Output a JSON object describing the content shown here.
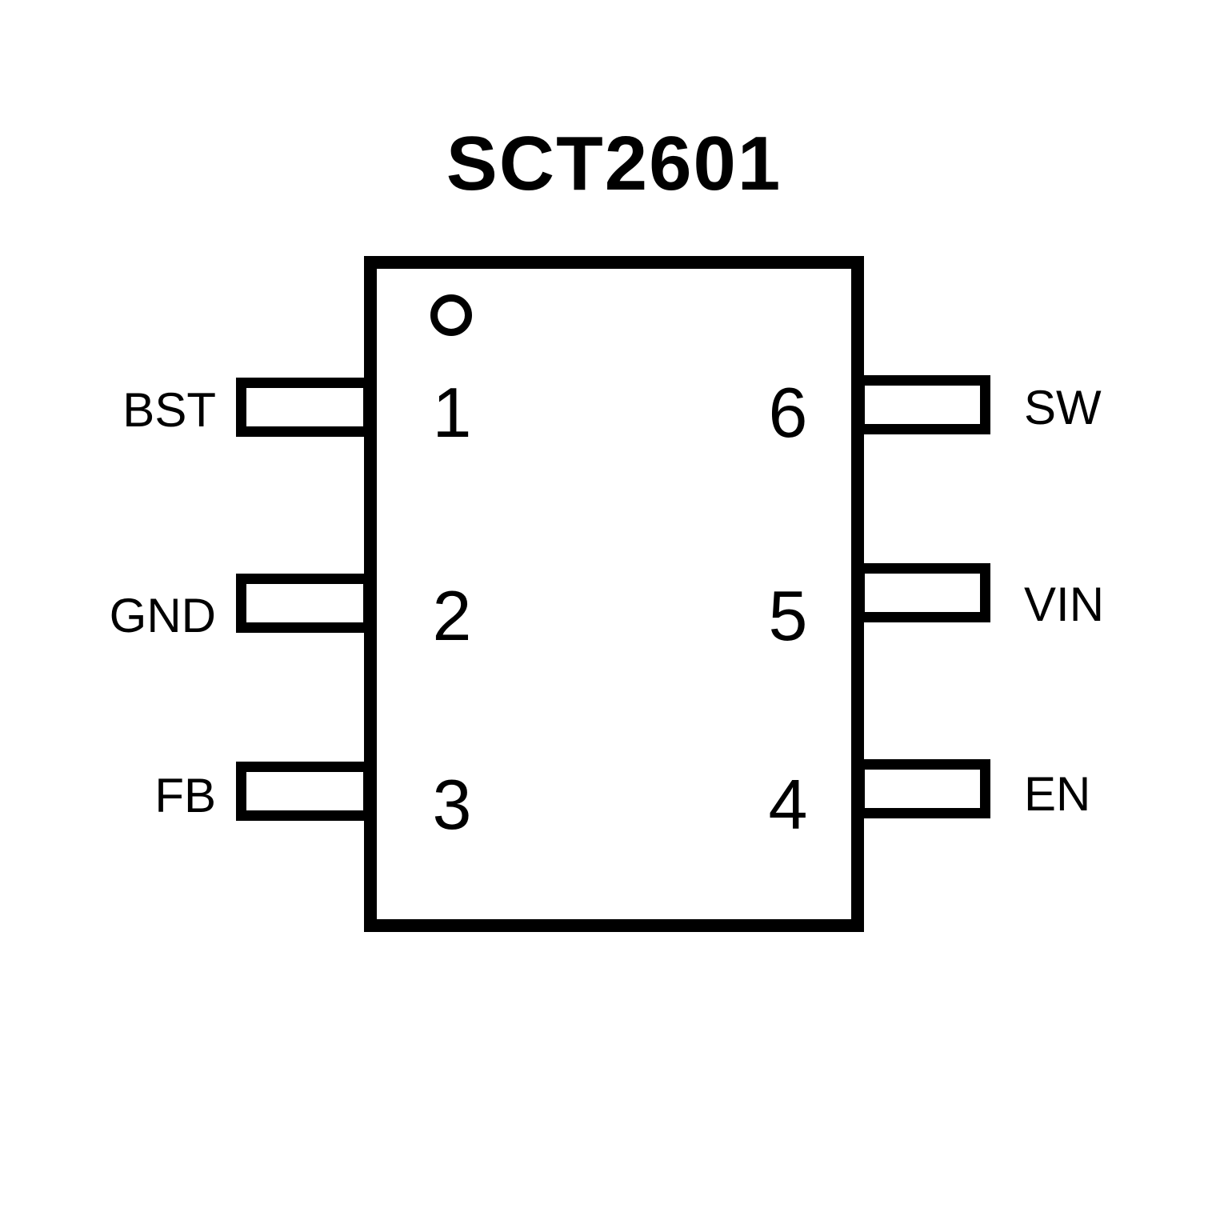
{
  "title": "SCT2601",
  "package": {
    "pin1_marker": "circle"
  },
  "pins": {
    "left": [
      {
        "number": "1",
        "name": "BST"
      },
      {
        "number": "2",
        "name": "GND"
      },
      {
        "number": "3",
        "name": "FB"
      }
    ],
    "right": [
      {
        "number": "6",
        "name": "SW"
      },
      {
        "number": "5",
        "name": "VIN"
      },
      {
        "number": "4",
        "name": "EN"
      }
    ]
  }
}
